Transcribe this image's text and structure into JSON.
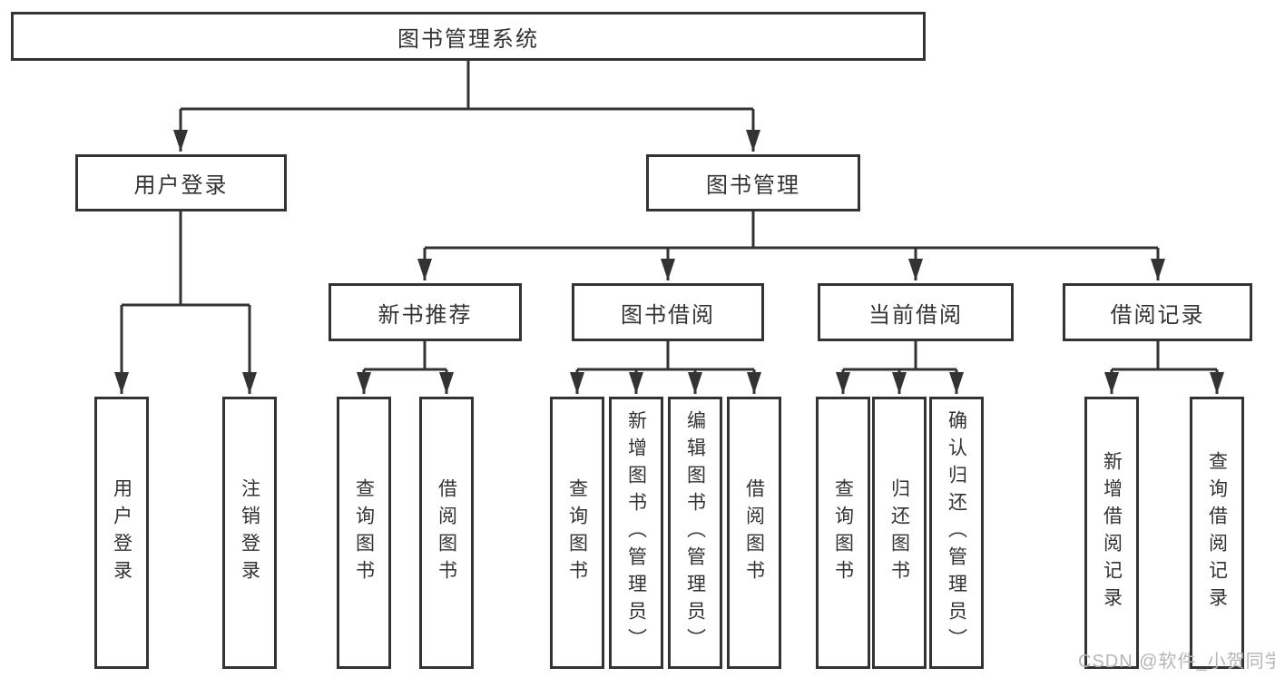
{
  "diagram_title": "图书管理系统",
  "tree": {
    "label": "图书管理系统",
    "children": [
      {
        "label": "用户登录",
        "children": [
          {
            "label": "用户登录"
          },
          {
            "label": "注销登录"
          }
        ]
      },
      {
        "label": "图书管理",
        "children": [
          {
            "label": "新书推荐",
            "children": [
              {
                "label": "查询图书"
              },
              {
                "label": "借阅图书"
              }
            ]
          },
          {
            "label": "图书借阅",
            "children": [
              {
                "label": "查询图书"
              },
              {
                "label": "新增图书（管理员）"
              },
              {
                "label": "编辑图书（管理员）"
              },
              {
                "label": "借阅图书"
              }
            ]
          },
          {
            "label": "当前借阅",
            "children": [
              {
                "label": "查询图书"
              },
              {
                "label": "归还图书"
              },
              {
                "label": "确认归还（管理员）"
              }
            ]
          },
          {
            "label": "借阅记录",
            "children": [
              {
                "label": "新增借阅记录"
              },
              {
                "label": "查询借阅记录"
              }
            ]
          }
        ]
      }
    ]
  },
  "watermark": {
    "text": "CSDN @软件_小贺同学"
  },
  "colors": {
    "line": "#333333",
    "box_border": "#333333",
    "text": "#333333",
    "watermark": "#b5b5b5",
    "background": "#ffffff"
  }
}
